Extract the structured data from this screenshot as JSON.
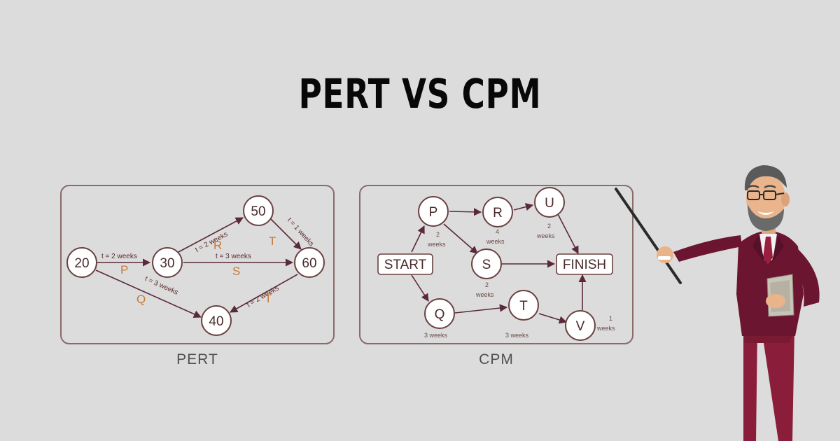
{
  "title": "PERT VS CPM",
  "pert": {
    "caption": "PERT",
    "nodes": {
      "n20": "20",
      "n30": "30",
      "n50": "50",
      "n60": "60",
      "n40": "40"
    },
    "edges": {
      "e20_30": {
        "time": "t = 2 weeks",
        "activity": "P"
      },
      "e30_50": {
        "time": "t = 2 weeks",
        "activity": "R"
      },
      "e30_60": {
        "time": "t = 3 weeks",
        "activity": "S"
      },
      "e50_60": {
        "time": "t = 1 weeks",
        "activity": "T"
      },
      "e20_40": {
        "time": "t = 3 weeks",
        "activity": "Q"
      },
      "e40_60": {
        "time": "t = 2 weeks",
        "activity": "T"
      }
    }
  },
  "cpm": {
    "caption": "CPM",
    "nodes": {
      "start": "START",
      "finish": "FINISH",
      "p": "P",
      "r": "R",
      "u": "U",
      "s": "S",
      "q": "Q",
      "t": "T",
      "v": "V"
    },
    "durations": {
      "p_num": "2",
      "p_unit": "weeks",
      "r_num": "4",
      "r_unit": "weeks",
      "u_num": "2",
      "u_unit": "weeks",
      "s_num": "2",
      "s_unit": "weeks",
      "q": "3 weeks",
      "t": "3 weeks",
      "v_num": "1",
      "v_unit": "weeks"
    }
  },
  "colors": {
    "background": "#dcdcdc",
    "frame": "#8a6a6a",
    "node_stroke": "#6a4040",
    "arrow": "#5a2a3a",
    "activity_letter": "#c87a3a",
    "suit": "#6b1530",
    "trousers": "#8a1e3a"
  },
  "illustration": {
    "subject": "teacher-with-pointer",
    "icons": [
      "pointer-stick-icon",
      "book-icon",
      "glasses-icon",
      "tie-icon"
    ]
  }
}
